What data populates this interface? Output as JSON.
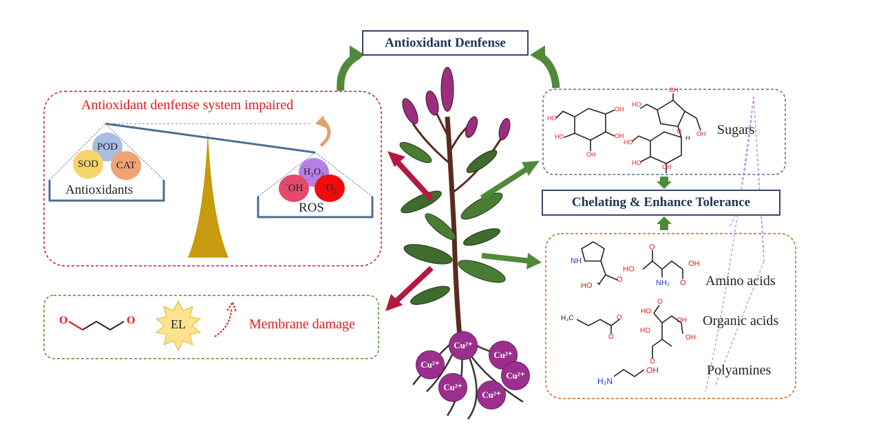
{
  "top_title": "Antioxidant Denfense",
  "center_title": "Chelating & Enhance Tolerance",
  "left_panel": {
    "title": "Antioxidant denfense system impaired",
    "antioxidants_label": "Antioxidants",
    "ros_label": "ROS",
    "enzymes": [
      "POD",
      "SOD",
      "CAT"
    ],
    "ros_species": {
      "h2o2": "H₂O₂",
      "oh": "˙OH",
      "o2": "˙O₂"
    }
  },
  "membrane_panel": {
    "el_label": "EL",
    "damage_label": "Membrane damage"
  },
  "sugars_panel": {
    "label": "Sugars"
  },
  "osmolytes_panel": {
    "amino_acids": "Amino acids",
    "organic_acids": "Organic acids",
    "polyamines": "Polyamines"
  },
  "copper_ion": "Cu²⁺",
  "chemistry": {
    "ho": "HO",
    "oh": "OH",
    "nh": "NH",
    "nh2": "NH₂",
    "h2n": "H₂N",
    "h3c": "H₃C",
    "o": "O",
    "h": "H"
  },
  "colors": {
    "title_border": "#34466b",
    "red_text": "#e8191b",
    "left_border": "#c2174a",
    "membrane_border": "#4f8a2f",
    "sugar_border": "#4a6d94",
    "osmolyte_border": "#c8641a",
    "green_arrow": "#4f8a3b",
    "red_arrow": "#b3183f",
    "copper": "#9b2f8e",
    "fulcrum": "#c79a0f"
  }
}
